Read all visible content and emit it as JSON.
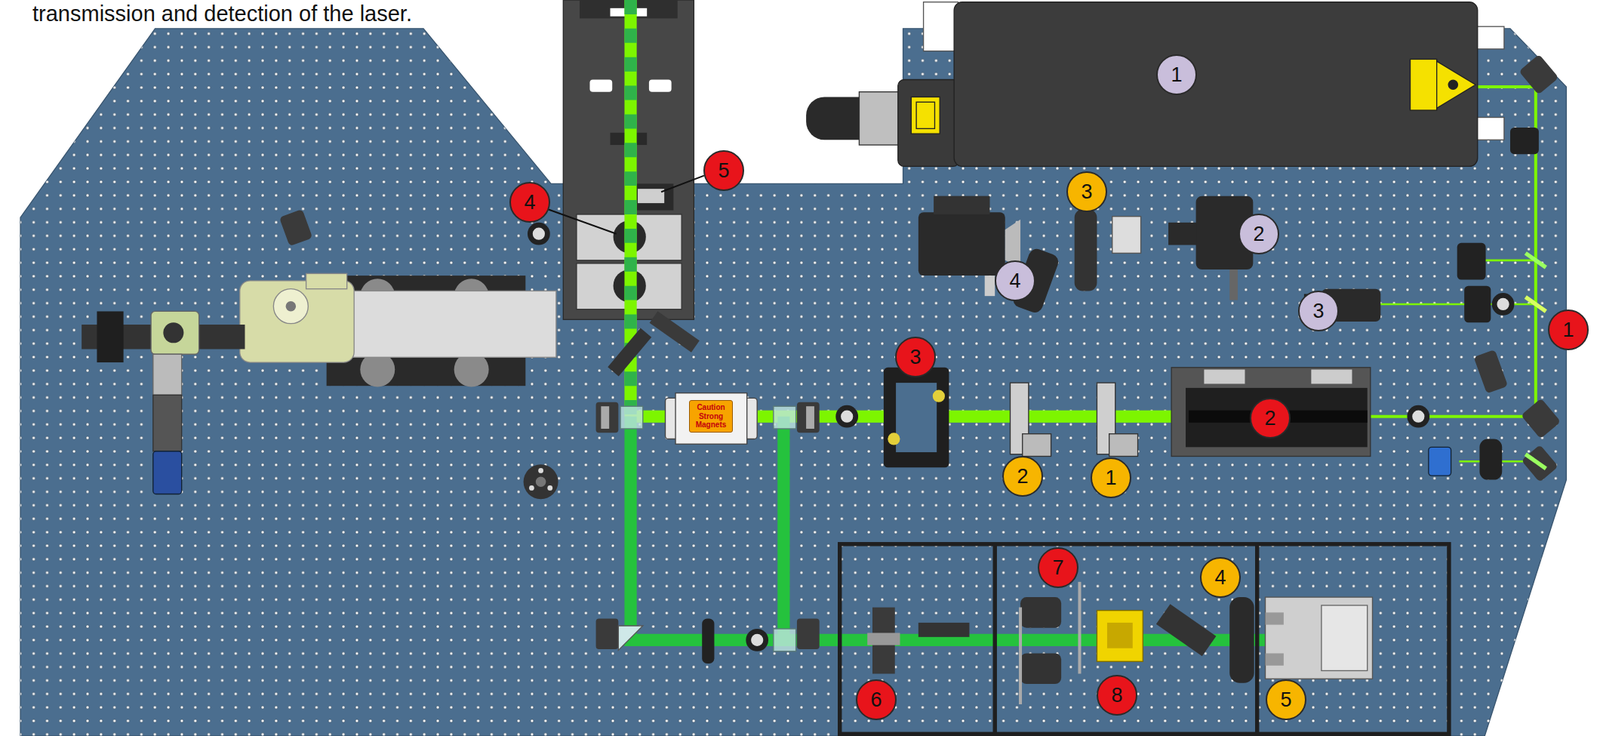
{
  "diagram": {
    "nodes": [
      {
        "text": [
          "Caution Strong Magnets"
        ]
      }
    ],
    "labels": [
      "transmission and detection of the laser.",
      "4",
      "5",
      "3",
      "1",
      "2",
      "4",
      "3",
      "1",
      "3",
      "2",
      "2",
      "1",
      "4",
      "7",
      "6",
      "8",
      "5"
    ]
  }
}
